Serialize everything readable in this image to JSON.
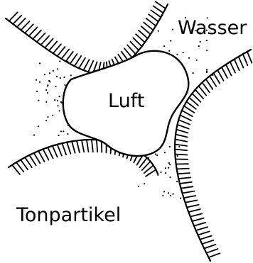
{
  "labels": {
    "water": "Wasser",
    "air": "Luft",
    "clay": "Tonpartikel"
  }
}
